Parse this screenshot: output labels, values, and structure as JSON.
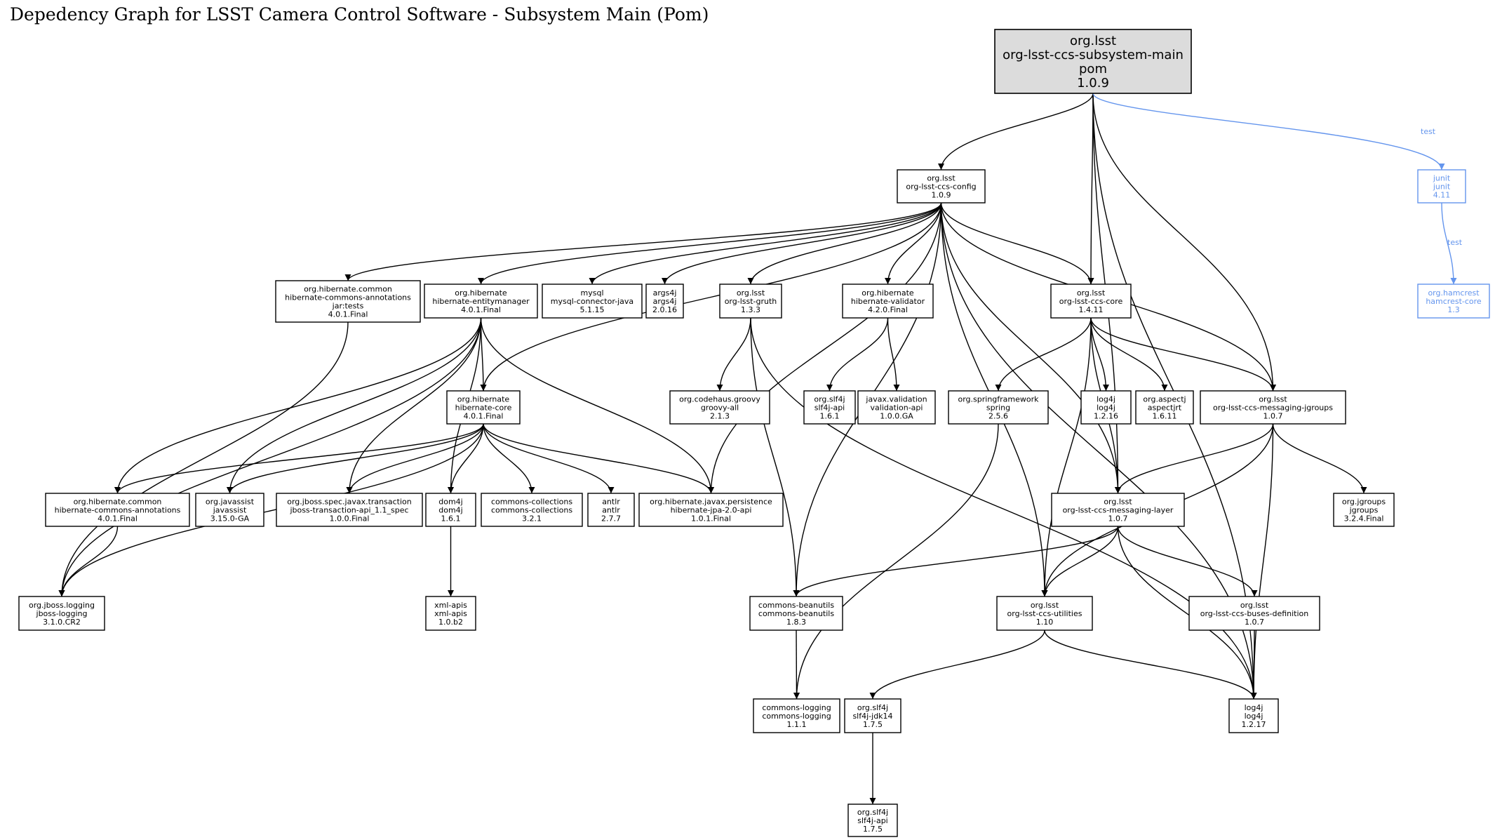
{
  "title": "Depedency Graph for LSST Camera Control Software - Subsystem Main (Pom)",
  "colors": {
    "edge": "#000000",
    "test_edge": "#6495ed",
    "root_fill": "#dcdcdc",
    "node_fill": "#ffffff",
    "node_stroke": "#000000"
  },
  "nodes": [
    {
      "id": "main",
      "lines": [
        "org.lsst",
        "org-lsst-ccs-subsystem-main",
        "pom",
        "1.0.9"
      ],
      "root": true
    },
    {
      "id": "config",
      "lines": [
        "org.lsst",
        "org-lsst-ccs-config",
        "1.0.9"
      ]
    },
    {
      "id": "hca_tests",
      "lines": [
        "org.hibernate.common",
        "hibernate-commons-annotations",
        "jar:tests",
        "4.0.1.Final"
      ]
    },
    {
      "id": "entitymanager",
      "lines": [
        "org.hibernate",
        "hibernate-entitymanager",
        "4.0.1.Final"
      ]
    },
    {
      "id": "mysql",
      "lines": [
        "mysql",
        "mysql-connector-java",
        "5.1.15"
      ]
    },
    {
      "id": "args4j",
      "lines": [
        "args4j",
        "args4j",
        "2.0.16"
      ]
    },
    {
      "id": "gruth",
      "lines": [
        "org.lsst",
        "org-lsst-gruth",
        "1.3.3"
      ]
    },
    {
      "id": "validator",
      "lines": [
        "org.hibernate",
        "hibernate-validator",
        "4.2.0.Final"
      ]
    },
    {
      "id": "core",
      "lines": [
        "org.lsst",
        "org-lsst-ccs-core",
        "1.4.11"
      ]
    },
    {
      "id": "hibcore",
      "lines": [
        "org.hibernate",
        "hibernate-core",
        "4.0.1.Final"
      ]
    },
    {
      "id": "groovy",
      "lines": [
        "org.codehaus.groovy",
        "groovy-all",
        "2.1.3"
      ]
    },
    {
      "id": "slf4j161",
      "lines": [
        "org.slf4j",
        "slf4j-api",
        "1.6.1"
      ]
    },
    {
      "id": "valapi",
      "lines": [
        "javax.validation",
        "validation-api",
        "1.0.0.GA"
      ]
    },
    {
      "id": "spring",
      "lines": [
        "org.springframework",
        "spring",
        "2.5.6"
      ]
    },
    {
      "id": "log4j1216",
      "lines": [
        "log4j",
        "log4j",
        "1.2.16"
      ]
    },
    {
      "id": "aspectj",
      "lines": [
        "org.aspectj",
        "aspectjrt",
        "1.6.11"
      ]
    },
    {
      "id": "msgjgroups",
      "lines": [
        "org.lsst",
        "org-lsst-ccs-messaging-jgroups",
        "1.0.7"
      ]
    },
    {
      "id": "junit",
      "lines": [
        "junit",
        "junit",
        "4.11"
      ],
      "test": true
    },
    {
      "id": "hamcrest",
      "lines": [
        "org.hamcrest",
        "hamcrest-core",
        "1.3"
      ],
      "test": true
    },
    {
      "id": "hca",
      "lines": [
        "org.hibernate.common",
        "hibernate-commons-annotations",
        "4.0.1.Final"
      ]
    },
    {
      "id": "javassist",
      "lines": [
        "org.javassist",
        "javassist",
        "3.15.0-GA"
      ]
    },
    {
      "id": "jbosstx",
      "lines": [
        "org.jboss.spec.javax.transaction",
        "jboss-transaction-api_1.1_spec",
        "1.0.0.Final"
      ]
    },
    {
      "id": "dom4j",
      "lines": [
        "dom4j",
        "dom4j",
        "1.6.1"
      ]
    },
    {
      "id": "collections",
      "lines": [
        "commons-collections",
        "commons-collections",
        "3.2.1"
      ]
    },
    {
      "id": "antlr",
      "lines": [
        "antlr",
        "antlr",
        "2.7.7"
      ]
    },
    {
      "id": "jpa",
      "lines": [
        "org.hibernate.javax.persistence",
        "hibernate-jpa-2.0-api",
        "1.0.1.Final"
      ]
    },
    {
      "id": "msglayer",
      "lines": [
        "org.lsst",
        "org-lsst-ccs-messaging-layer",
        "1.0.7"
      ]
    },
    {
      "id": "jgroups",
      "lines": [
        "org.jgroups",
        "jgroups",
        "3.2.4.Final"
      ]
    },
    {
      "id": "jbosslogging",
      "lines": [
        "org.jboss.logging",
        "jboss-logging",
        "3.1.0.CR2"
      ]
    },
    {
      "id": "xmlapis",
      "lines": [
        "xml-apis",
        "xml-apis",
        "1.0.b2"
      ]
    },
    {
      "id": "beanutils",
      "lines": [
        "commons-beanutils",
        "commons-beanutils",
        "1.8.3"
      ]
    },
    {
      "id": "utilities",
      "lines": [
        "org.lsst",
        "org-lsst-ccs-utilities",
        "1.10"
      ]
    },
    {
      "id": "buses",
      "lines": [
        "org.lsst",
        "org-lsst-ccs-buses-definition",
        "1.0.7"
      ]
    },
    {
      "id": "commonslogging",
      "lines": [
        "commons-logging",
        "commons-logging",
        "1.1.1"
      ]
    },
    {
      "id": "slf4jjdk14",
      "lines": [
        "org.slf4j",
        "slf4j-jdk14",
        "1.7.5"
      ]
    },
    {
      "id": "log4j1217",
      "lines": [
        "log4j",
        "log4j",
        "1.2.17"
      ]
    },
    {
      "id": "slf4j175",
      "lines": [
        "org.slf4j",
        "slf4j-api",
        "1.7.5"
      ]
    }
  ],
  "edges": [
    {
      "from": "main",
      "to": "config"
    },
    {
      "from": "main",
      "to": "core"
    },
    {
      "from": "main",
      "to": "msglayer"
    },
    {
      "from": "main",
      "to": "msgjgroups"
    },
    {
      "from": "main",
      "to": "log4j1217"
    },
    {
      "from": "main",
      "to": "junit",
      "label": "test",
      "test": true
    },
    {
      "from": "junit",
      "to": "hamcrest",
      "label": "test",
      "test": true
    },
    {
      "from": "config",
      "to": "hca_tests"
    },
    {
      "from": "config",
      "to": "entitymanager"
    },
    {
      "from": "config",
      "to": "mysql"
    },
    {
      "from": "config",
      "to": "args4j"
    },
    {
      "from": "config",
      "to": "gruth"
    },
    {
      "from": "config",
      "to": "validator"
    },
    {
      "from": "config",
      "to": "core"
    },
    {
      "from": "config",
      "to": "hibcore"
    },
    {
      "from": "config",
      "to": "jpa"
    },
    {
      "from": "config",
      "to": "beanutils"
    },
    {
      "from": "config",
      "to": "utilities"
    },
    {
      "from": "config",
      "to": "msglayer"
    },
    {
      "from": "config",
      "to": "msgjgroups"
    },
    {
      "from": "config",
      "to": "log4j1217"
    },
    {
      "from": "hca_tests",
      "to": "jbosslogging"
    },
    {
      "from": "entitymanager",
      "to": "hibcore"
    },
    {
      "from": "entitymanager",
      "to": "hca"
    },
    {
      "from": "entitymanager",
      "to": "javassist"
    },
    {
      "from": "entitymanager",
      "to": "jbosstx"
    },
    {
      "from": "entitymanager",
      "to": "dom4j"
    },
    {
      "from": "entitymanager",
      "to": "jpa"
    },
    {
      "from": "entitymanager",
      "to": "jbosslogging"
    },
    {
      "from": "gruth",
      "to": "groovy"
    },
    {
      "from": "gruth",
      "to": "beanutils"
    },
    {
      "from": "gruth",
      "to": "log4j1217"
    },
    {
      "from": "validator",
      "to": "slf4j161"
    },
    {
      "from": "validator",
      "to": "valapi"
    },
    {
      "from": "core",
      "to": "spring"
    },
    {
      "from": "core",
      "to": "log4j1216"
    },
    {
      "from": "core",
      "to": "aspectj"
    },
    {
      "from": "core",
      "to": "msgjgroups"
    },
    {
      "from": "core",
      "to": "msglayer"
    },
    {
      "from": "core",
      "to": "utilities"
    },
    {
      "from": "hibcore",
      "to": "hca"
    },
    {
      "from": "hibcore",
      "to": "javassist"
    },
    {
      "from": "hibcore",
      "to": "jbosstx"
    },
    {
      "from": "hibcore",
      "to": "dom4j"
    },
    {
      "from": "hibcore",
      "to": "collections"
    },
    {
      "from": "hibcore",
      "to": "antlr"
    },
    {
      "from": "hibcore",
      "to": "jpa"
    },
    {
      "from": "hibcore",
      "to": "jbosslogging"
    },
    {
      "from": "spring",
      "to": "commonslogging"
    },
    {
      "from": "msgjgroups",
      "to": "msglayer"
    },
    {
      "from": "msgjgroups",
      "to": "utilities"
    },
    {
      "from": "msgjgroups",
      "to": "jgroups"
    },
    {
      "from": "msgjgroups",
      "to": "log4j1217"
    },
    {
      "from": "hca",
      "to": "jbosslogging"
    },
    {
      "from": "dom4j",
      "to": "xmlapis"
    },
    {
      "from": "msglayer",
      "to": "beanutils"
    },
    {
      "from": "msglayer",
      "to": "utilities"
    },
    {
      "from": "msglayer",
      "to": "buses"
    },
    {
      "from": "msglayer",
      "to": "log4j1217"
    },
    {
      "from": "beanutils",
      "to": "commonslogging"
    },
    {
      "from": "utilities",
      "to": "slf4jjdk14"
    },
    {
      "from": "utilities",
      "to": "log4j1217"
    },
    {
      "from": "buses",
      "to": "log4j1217"
    },
    {
      "from": "slf4jjdk14",
      "to": "slf4j175"
    }
  ]
}
